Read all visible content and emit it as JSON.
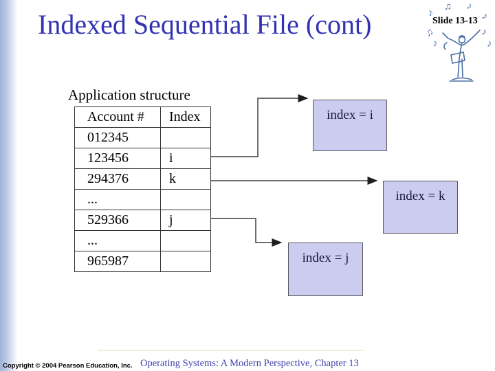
{
  "slide": {
    "title": "Indexed Sequential File (cont)",
    "badge": "Slide 13-13",
    "section_label": "Application structure"
  },
  "table": {
    "headers": [
      "Account #",
      "Index"
    ],
    "rows": [
      {
        "account": "012345",
        "index": ""
      },
      {
        "account": "123456",
        "index": "i"
      },
      {
        "account": "294376",
        "index": "k"
      },
      {
        "account": "...",
        "index": ""
      },
      {
        "account": "529366",
        "index": "j"
      },
      {
        "account": "...",
        "index": ""
      },
      {
        "account": "965987",
        "index": ""
      }
    ]
  },
  "boxes": [
    {
      "label": "index = i"
    },
    {
      "label": "index = k"
    },
    {
      "label": "index = j"
    }
  ],
  "connections": [
    {
      "from_account": "123456",
      "via_index": "i",
      "to_box": "index = i"
    },
    {
      "from_account": "294376",
      "via_index": "k",
      "to_box": "index = k"
    },
    {
      "from_account": "529366",
      "via_index": "j",
      "to_box": "index = j"
    }
  ],
  "footer": {
    "copyright": "Copyright © 2004 Pearson Education, Inc.",
    "book_title": "Operating Systems: A Modern Perspective, Chapter 13"
  },
  "icons": {
    "conductor": "conductor-clipart",
    "note_single": "♪",
    "note_double": "♫"
  },
  "colors": {
    "title_text": "#3232b2",
    "box_fill": "#ccccf0",
    "box_border": "#56565c",
    "left_bar": "#a0b5da",
    "footer_text": "#3f3fae",
    "arrow": "#3f3f3f"
  }
}
